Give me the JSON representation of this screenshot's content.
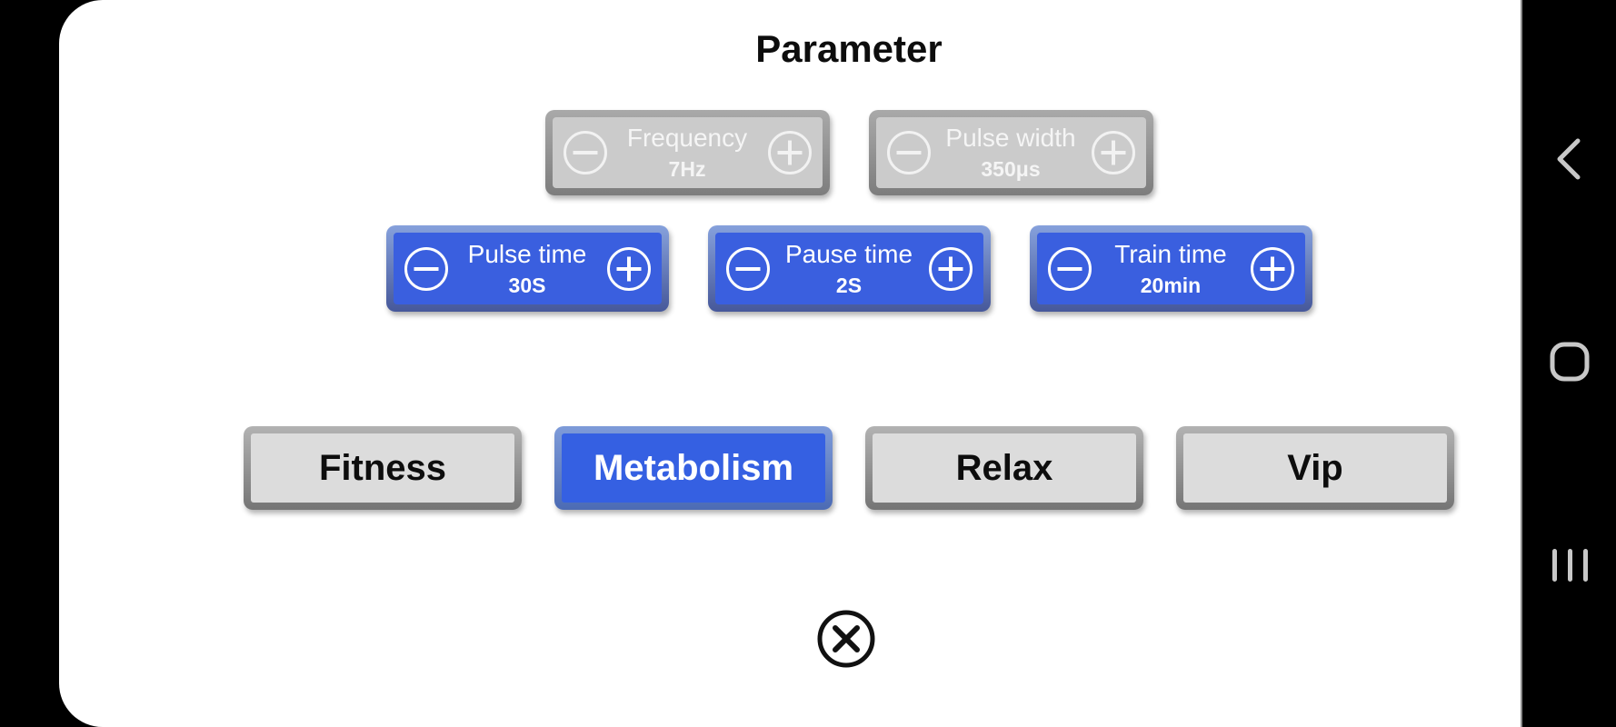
{
  "title": "Parameter",
  "param_rows": {
    "disabled": [
      {
        "label": "Frequency",
        "value": "7Hz"
      },
      {
        "label": "Pulse width",
        "value": "350μs"
      }
    ],
    "active": [
      {
        "label": "Pulse time",
        "value": "30S"
      },
      {
        "label": "Pause time",
        "value": "2S"
      },
      {
        "label": "Train time",
        "value": "20min"
      }
    ]
  },
  "modes": {
    "items": [
      {
        "label": "Fitness",
        "selected": false
      },
      {
        "label": "Metabolism",
        "selected": true
      },
      {
        "label": "Relax",
        "selected": false
      },
      {
        "label": "Vip",
        "selected": false
      }
    ],
    "selected_label": "Metabolism"
  },
  "colors": {
    "active_button_blue": "#3a5fdf",
    "selected_mode_blue": "#3560e2",
    "disabled_button_fill": "#cbcbcb",
    "mode_button_fill": "#dcdcdc",
    "panel_background": "#ffffff",
    "screen_background": "#000000",
    "nav_icon_gray": "#c8c8c8"
  },
  "icons": {
    "decrement": "minus-circle",
    "increment": "plus-circle",
    "close": "x-in-circle",
    "nav_back": "chevron-left",
    "nav_home": "rounded-square",
    "nav_recents": "three-vertical-bars"
  }
}
